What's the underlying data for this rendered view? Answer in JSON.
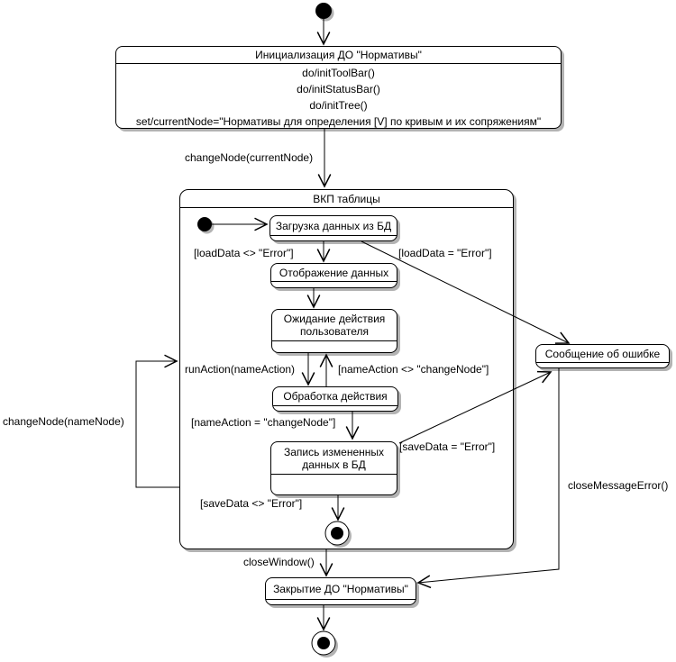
{
  "colors": {
    "line": "#000000",
    "shadow": "#b3b3b3",
    "background": "#ffffff"
  },
  "states": {
    "init": {
      "title": "Инициализация ДО \"Нормативы\"",
      "actions": [
        "do/initToolBar()",
        "do/initStatusBar()",
        "do/initTree()",
        "set/currentNode=\"Нормативы для определения [V] по кривым и их сопряжениям\""
      ]
    },
    "composite": {
      "title": "ВКП таблицы"
    },
    "load": {
      "title": "Загрузка данных из БД"
    },
    "display": {
      "title": "Отображение данных"
    },
    "wait": {
      "title": "Ожидание действия пользователя"
    },
    "process": {
      "title": "Обработка действия"
    },
    "save": {
      "title": "Запись измененных данных в БД"
    },
    "error": {
      "title": "Сообщение об ошибке"
    },
    "close": {
      "title": "Закрытие ДО \"Нормативы\""
    }
  },
  "transitions": {
    "change_node_current": "changeNode(currentNode)",
    "load_ok": "[loadData <> \"Error\"]",
    "load_err": "[loadData = \"Error\"]",
    "run_action": "runAction(nameAction)",
    "name_action_ne": "[nameAction <> \"changeNode\"]",
    "name_action_eq": "[nameAction = \"changeNode\"]",
    "save_err": "[saveData = \"Error\"]",
    "save_ok": "[saveData <> \"Error\"]",
    "change_node_name": "changeNode(nameNode)",
    "close_window": "closeWindow()",
    "close_message_error": "closeMessageError()"
  }
}
